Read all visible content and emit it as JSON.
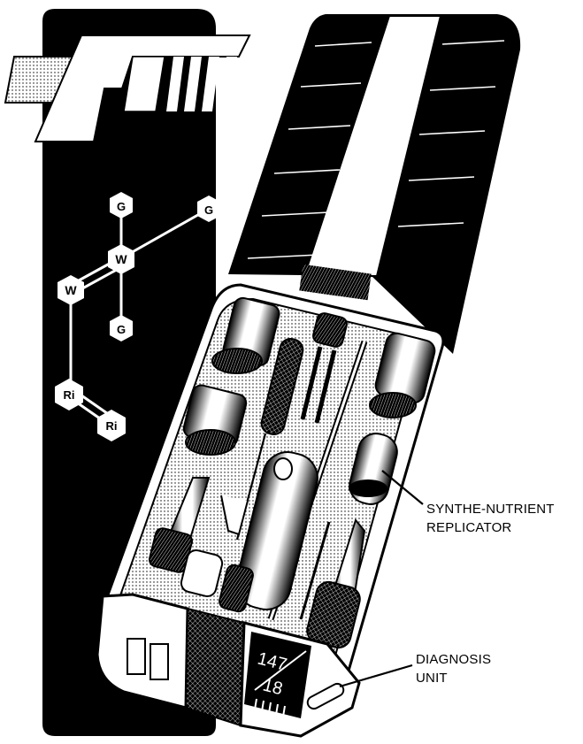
{
  "emblem": {
    "name": "F-stripe emblem",
    "colors": {
      "ink": "#000000",
      "paper": "#ffffff",
      "tone": "#8c8c8c"
    }
  },
  "molecule": {
    "nodes": [
      {
        "id": "g1",
        "label": "G"
      },
      {
        "id": "g2",
        "label": "G"
      },
      {
        "id": "w1",
        "label": "W"
      },
      {
        "id": "w2",
        "label": "W"
      },
      {
        "id": "g3",
        "label": "G"
      },
      {
        "id": "ri1",
        "label": "Ri"
      },
      {
        "id": "ri2",
        "label": "Ri"
      }
    ]
  },
  "callouts": {
    "replicator": {
      "line1": "SYNTHE-NUTRIENT",
      "line2": "REPLICATOR"
    },
    "diagnosis": {
      "line1": "DIAGNOSIS",
      "line2": "UNIT"
    }
  },
  "display": {
    "value1": "147",
    "value2": "18"
  }
}
